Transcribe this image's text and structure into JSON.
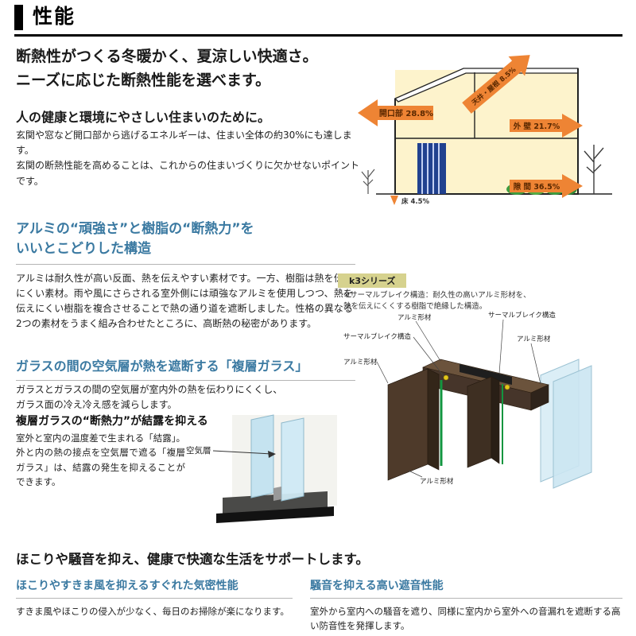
{
  "header": {
    "title": "性能"
  },
  "intro": {
    "heading": [
      "断熱性がつくる冬暖かく、夏涼しい快適さ。",
      "ニーズに応じた断熱性能を選べます。"
    ],
    "subheading": "人の健康と環境にやさしい住まいのために。",
    "body": [
      "玄関や窓など開口部から逃げるエネルギーは、住まい全体の約30%にも達します。",
      "玄関の断熱性能を高めることは、これからの住まいづくりに欠かせないポイントです。"
    ]
  },
  "heat_loss": {
    "items": [
      {
        "label": "開口部",
        "value": "28.8%",
        "display": "開口部 28.8%"
      },
      {
        "label": "天井・屋根",
        "value": "8.5%",
        "display": "天井・屋根 8.5%"
      },
      {
        "label": "外壁",
        "value": "21.7%",
        "display": "外 壁 21.7%"
      },
      {
        "label": "隙間",
        "value": "36.5%",
        "display": "隙 間 36.5%"
      },
      {
        "label": "床",
        "value": "4.5%",
        "display": "床 4.5%"
      }
    ]
  },
  "aluminum_section": {
    "heading": [
      "アルミの“頑強さ”と樹脂の“断熱力”を",
      "いいとこどりした構造"
    ],
    "body": "アルミは耐久性が高い反面、熱を伝えやすい素材です。一方、樹脂は熱を伝えにくい素材。雨や風にさらされる室外側には頑強なアルミを使用しつつ、熱を伝えにくい樹脂を複合させることで熱の通り道を遮断しました。性格の異なる2つの素材をうまく組み合わせたところに、高断熱の秘密があります。"
  },
  "frame_diagram": {
    "series_label": "k3シリーズ",
    "note": [
      "※サーマルブレイク構造：耐久性の高いアルミ形材を、",
      "熱を伝えにくくする樹脂で絶縁した構造。"
    ],
    "labels": {
      "aluminum": "アルミ形材",
      "thermal_break": "サーマルブレイク構造"
    }
  },
  "glass_section": {
    "heading": "ガラスの間の空気層が熱を遮断する「複層ガラス」",
    "body": [
      "ガラスとガラスの間の空気層が室内外の熱を伝わりにくくし、",
      "ガラス面の冷え冷え感を減らします。"
    ],
    "sub_heading": "複層ガラスの“断熱力”が結露を抑える",
    "sub_body": "室外と室内の温度差で生まれる「結露」。外と内の熱の接点を空気層で遮る「複層ガラス」は、結露の発生を抑えることができます。",
    "air_layer_label": "空気層"
  },
  "bottom_section": {
    "heading": "ほこりや騒音を抑え、健康で快適な生活をサポートします。",
    "airtight": {
      "heading": "ほこりやすきま風を抑えるすぐれた気密性能",
      "body": "すきま風やほこりの侵入が少なく、毎日のお掃除が楽になります。"
    },
    "sound": {
      "heading": "騒音を抑える高い遮音性能",
      "body": "室外から室内への騒音を遮り、同様に室内から室外への音漏れを遮断する高い防音性を発揮します。"
    }
  },
  "colors": {
    "heading_blue": "#3a79a1",
    "arrow_orange": "#ee8434",
    "house_bg": "#fdf3cc"
  }
}
